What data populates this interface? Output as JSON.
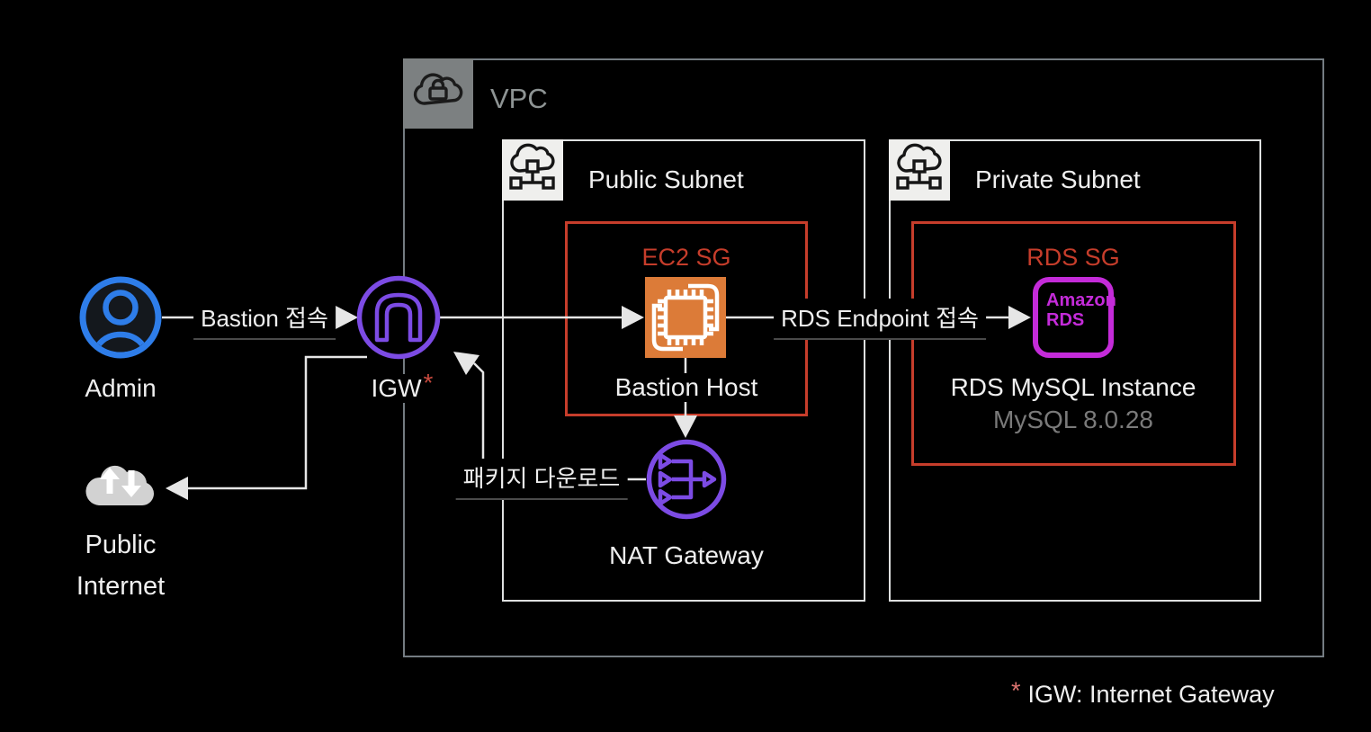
{
  "colors": {
    "background": "#000000",
    "vpc_border": "#747C82",
    "vpc_header_bg": "#7C8081",
    "vpc_title": "#8E9494",
    "subnet_border": "#DEE0E0",
    "subnet_header_bg": "#EFEFED",
    "white_text": "#EFEFEF",
    "gray_text": "#7A7A7A",
    "sg_red": "#C63D2B",
    "ec2_orange": "#DC7B38",
    "purple": "#7C4BE4",
    "magenta": "#C42BD9",
    "admin_blue": "#2E7DE9",
    "cloud_gray": "#D2D2D2",
    "line": "#E6E6E6",
    "underline": "#4A4A4A",
    "asterisk_red": "#C94A3F",
    "footnote_asterisk": "#DD7470",
    "icon_dark": "#14181D"
  },
  "icons": {
    "vpc": "cloud-lock-icon",
    "subnet": "cloud-network-icon",
    "admin": "user-icon",
    "igw": "internet-gateway-icon",
    "ec2": "ec2-instance-icon",
    "nat": "nat-gateway-icon",
    "rds": "amazon-rds-icon",
    "internet": "cloud-updown-arrows-icon"
  },
  "vpc": {
    "label": "VPC"
  },
  "public_subnet": {
    "label": "Public Subnet"
  },
  "private_subnet": {
    "label": "Private Subnet"
  },
  "ec2_sg": {
    "label": "EC2 SG"
  },
  "rds_sg": {
    "label": "RDS SG"
  },
  "nodes": {
    "admin": {
      "label": "Admin"
    },
    "igw": {
      "label": "IGW",
      "asterisk": "*"
    },
    "bastion_host": {
      "label": "Bastion Host"
    },
    "nat_gateway": {
      "label": "NAT Gateway"
    },
    "rds": {
      "icon_line1": "Amazon",
      "icon_line2": "RDS",
      "label": "RDS MySQL Instance",
      "version": "MySQL 8.0.28"
    },
    "public_internet": {
      "label_line1": "Public",
      "label_line2": "Internet"
    }
  },
  "edges": {
    "admin_to_igw": {
      "label": "Bastion 접속"
    },
    "bastion_to_rds": {
      "label": "RDS Endpoint 접속"
    },
    "nat_to_igw": {
      "label": "패키지 다운로드"
    }
  },
  "footnote": {
    "asterisk": "*",
    "text": "IGW: Internet Gateway"
  }
}
